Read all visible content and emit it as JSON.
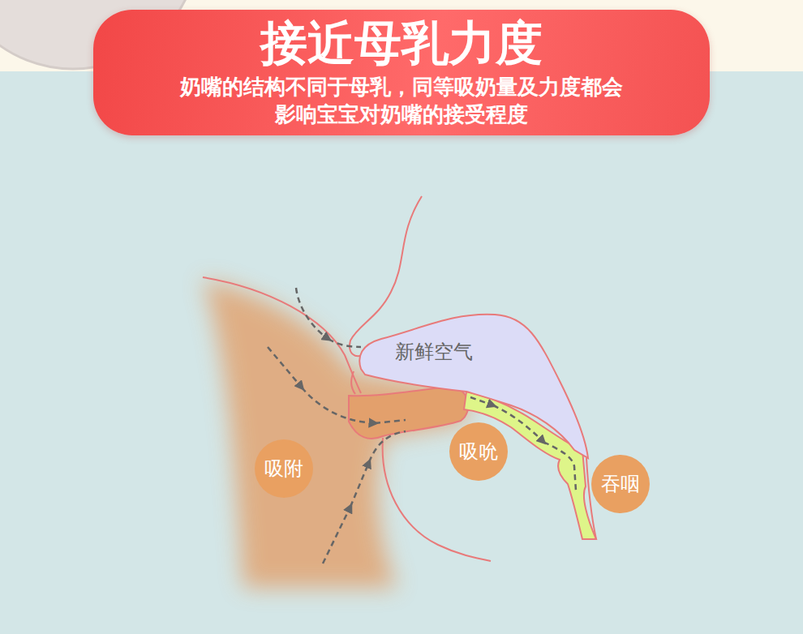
{
  "diagram": {
    "nodes": [
      {
        "text": [
          "接近母乳力度",
          "奶嘴的结构不同于母乳，同等吸奶量及力度都会 影响宝宝对奶嘴的接受程度"
        ]
      },
      {
        "text": [
          "新鲜空气"
        ]
      },
      {
        "text": [
          "吸附"
        ]
      },
      {
        "text": [
          "吸吮"
        ]
      },
      {
        "text": [
          "吞咽"
        ]
      }
    ]
  }
}
